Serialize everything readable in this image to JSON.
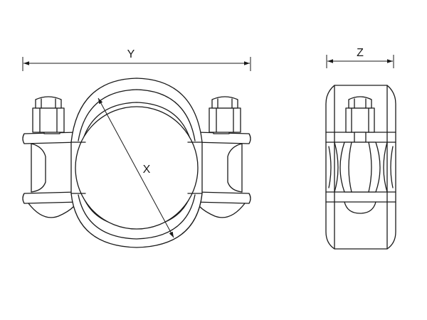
{
  "labels": {
    "overall_width": "Y",
    "pipe_diameter": "X",
    "side_width": "Z"
  },
  "colors": {
    "line": "#1a1a1a",
    "background": "#ffffff"
  }
}
